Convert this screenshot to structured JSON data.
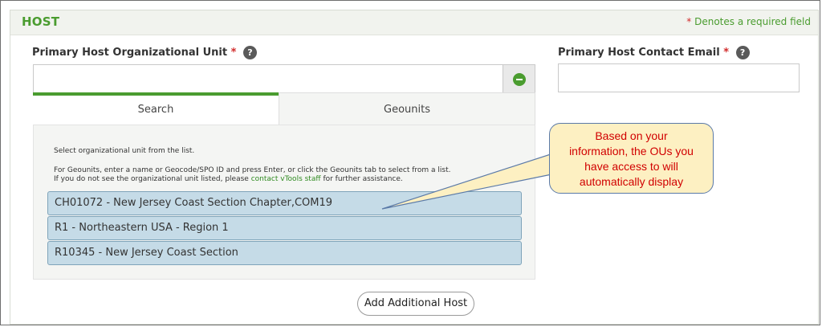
{
  "section": {
    "title": "HOST",
    "required_star": "*",
    "required_text": "Denotes a required field"
  },
  "primary_ou": {
    "label": "Primary Host Organizational Unit",
    "star": "*",
    "help": "?",
    "value": "",
    "remove_icon": "minus-circle-icon"
  },
  "contact_email": {
    "label": "Primary Host Contact Email",
    "star": "*",
    "help": "?",
    "value": ""
  },
  "tabs": [
    {
      "label": "Search",
      "active": true
    },
    {
      "label": "Geounits",
      "active": false
    }
  ],
  "search_panel": {
    "instruction": "Select organizational unit from the list.",
    "geounits_hint": "For Geounits, enter a name or Geocode/SPO ID and press Enter, or click the Geounits tab to select from a list.",
    "not_listed_prefix": "If you do not see the organizational unit listed, please",
    "contact_link": "contact vTools staff",
    "not_listed_suffix": "for further assistance.",
    "results": [
      "CH01072 - New Jersey Coast Section Chapter,COM19",
      "R1 - Northeastern USA - Region 1",
      "R10345 - New Jersey Coast Section"
    ]
  },
  "callout": {
    "line1": "Based on your",
    "line2": "information, the OUs you",
    "line3": "have access to will",
    "line4": "automatically display"
  },
  "add_host_button": "Add Additional Host",
  "colors": {
    "accent_green": "#4a9c2f",
    "required_red": "#d12b2b",
    "result_bg": "#c5dbe7",
    "callout_bg": "#fdf0c2",
    "callout_text": "#d10000"
  }
}
